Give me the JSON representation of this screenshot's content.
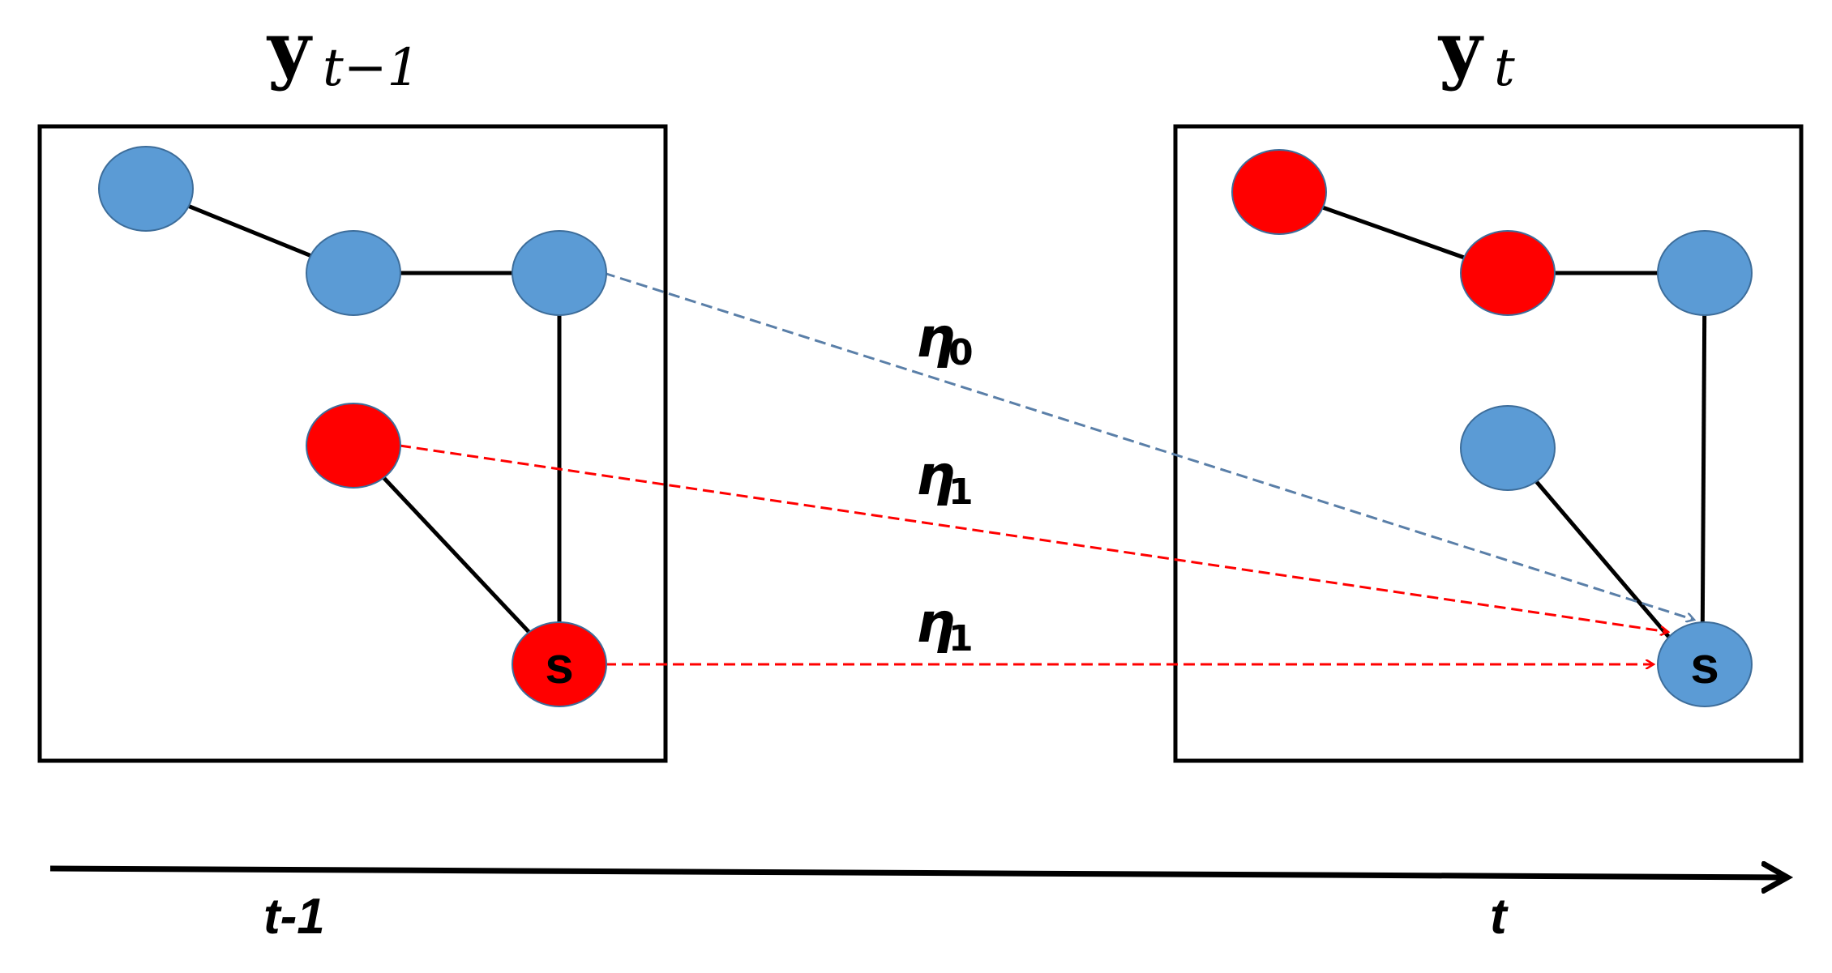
{
  "labels": {
    "left_var": "y",
    "left_sub": "t−1",
    "right_var": "y",
    "right_sub": "t",
    "time_left": "t-1",
    "time_right": "t",
    "special_node": "s"
  },
  "weights": [
    {
      "symbol": "η",
      "subscript": "0",
      "color": "#5a7fa8"
    },
    {
      "symbol": "η",
      "subscript": "1",
      "color": "#ff0000"
    },
    {
      "symbol": "η",
      "subscript": "1",
      "color": "#ff0000"
    }
  ],
  "colors": {
    "node_blue": "#5b9bd5",
    "node_red": "#ff0000",
    "arrow_blue": "#5a7fa8",
    "arrow_red": "#ff0000",
    "edge": "#000000"
  },
  "graphs": {
    "previous": {
      "nodes": [
        {
          "id": "a",
          "state": "blue"
        },
        {
          "id": "b",
          "state": "blue"
        },
        {
          "id": "c",
          "state": "blue"
        },
        {
          "id": "d",
          "state": "red"
        },
        {
          "id": "s",
          "state": "red",
          "label": "s"
        }
      ],
      "edges": [
        [
          "a",
          "b"
        ],
        [
          "b",
          "c"
        ],
        [
          "c",
          "s"
        ],
        [
          "d",
          "s"
        ]
      ]
    },
    "current": {
      "nodes": [
        {
          "id": "a",
          "state": "red"
        },
        {
          "id": "b",
          "state": "red"
        },
        {
          "id": "c",
          "state": "blue"
        },
        {
          "id": "d",
          "state": "blue"
        },
        {
          "id": "s",
          "state": "blue",
          "label": "s"
        }
      ],
      "edges": [
        [
          "a",
          "b"
        ],
        [
          "b",
          "c"
        ],
        [
          "c",
          "s"
        ],
        [
          "d",
          "s"
        ]
      ]
    }
  },
  "influences": [
    {
      "from": "previous.c",
      "to": "current.s",
      "weight": "η0"
    },
    {
      "from": "previous.d",
      "to": "current.s",
      "weight": "η1"
    },
    {
      "from": "previous.s",
      "to": "current.s",
      "weight": "η1"
    }
  ]
}
